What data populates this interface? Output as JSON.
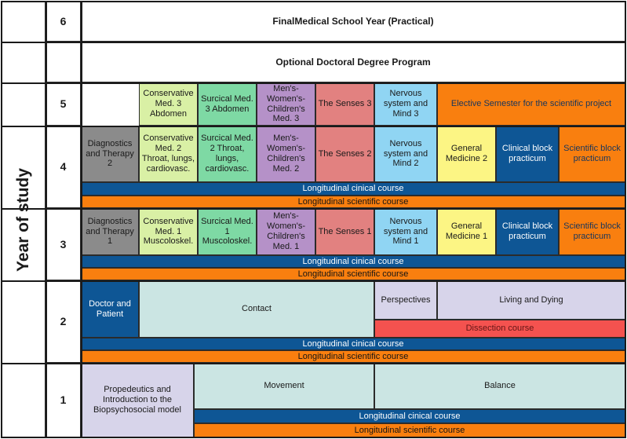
{
  "axis_label": "Year of study",
  "years": [
    "6",
    "",
    "5",
    "4",
    "3",
    "2",
    "1"
  ],
  "title_rows": {
    "final_year": "FinalMedical  School Year (Practical)",
    "optional_program": "Optional Doctoral Degree Program"
  },
  "blocks": {
    "y5": {
      "cons": "Conservative Med. 3 Abdomen",
      "surg": "Surcical Med. 3 Abdomen",
      "mwc": "Men's-Women's-Children's Med. 3",
      "senses": "The Senses 3",
      "nervous": "Nervous system and Mind 3",
      "elective": "Elective Semester  for the scientific project"
    },
    "y4": {
      "diag": "Diagnostics and Therapy 2",
      "cons": "Conservative Med. 2 Throat, lungs, cardiovasc.",
      "surg": "Surcical Med. 2 Throat, lungs, cardiovasc.",
      "mwc": "Men's-Women's-Children's Med. 2",
      "senses": "The Senses 2",
      "nervous": "Nervous system and Mind 2",
      "genmed": "General Medicine 2",
      "clinical": "Clinical block practicum",
      "scientific": "Scientific block practicum"
    },
    "y3": {
      "diag": "Diagnostics and Therapy 1",
      "cons": "Conservative Med. 1 Muscoloskel.",
      "surg": "Surcical Med. 1 Muscoloskel.",
      "mwc": "Men's-Women's-Children's Med. 1",
      "senses": "The Senses 1",
      "nervous": "Nervous system and Mind 1",
      "genmed": "General Medicine 1",
      "clinical": "Clinical block practicum",
      "scientific": "Scientific block practicum"
    },
    "y2": {
      "doctor": "Doctor and Patient",
      "contact": "Contact",
      "perspectives": "Perspectives",
      "living": "Living and Dying",
      "dissection": "Dissection course"
    },
    "y1": {
      "proped": "Propedeutics and Introduction to the Biopsychosocial model",
      "movement": "Movement",
      "balance": "Balance"
    }
  },
  "bars": {
    "clinical": "Longitudinal  cinical course",
    "scientific": "Longitudinal  scientific course"
  },
  "colors": {
    "gray": "#8b8b8b",
    "light_green": "#d9f0a5",
    "green": "#7ed9a4",
    "purple": "#b591c8",
    "salmon": "#e28180",
    "sky_blue": "#90d5f3",
    "yellow": "#fcf584",
    "dark_blue": "#0e5695",
    "orange": "#f97f0f",
    "lavender": "#d7d4ea",
    "pale_teal": "#cbe5e3",
    "red": "#f4524f"
  }
}
